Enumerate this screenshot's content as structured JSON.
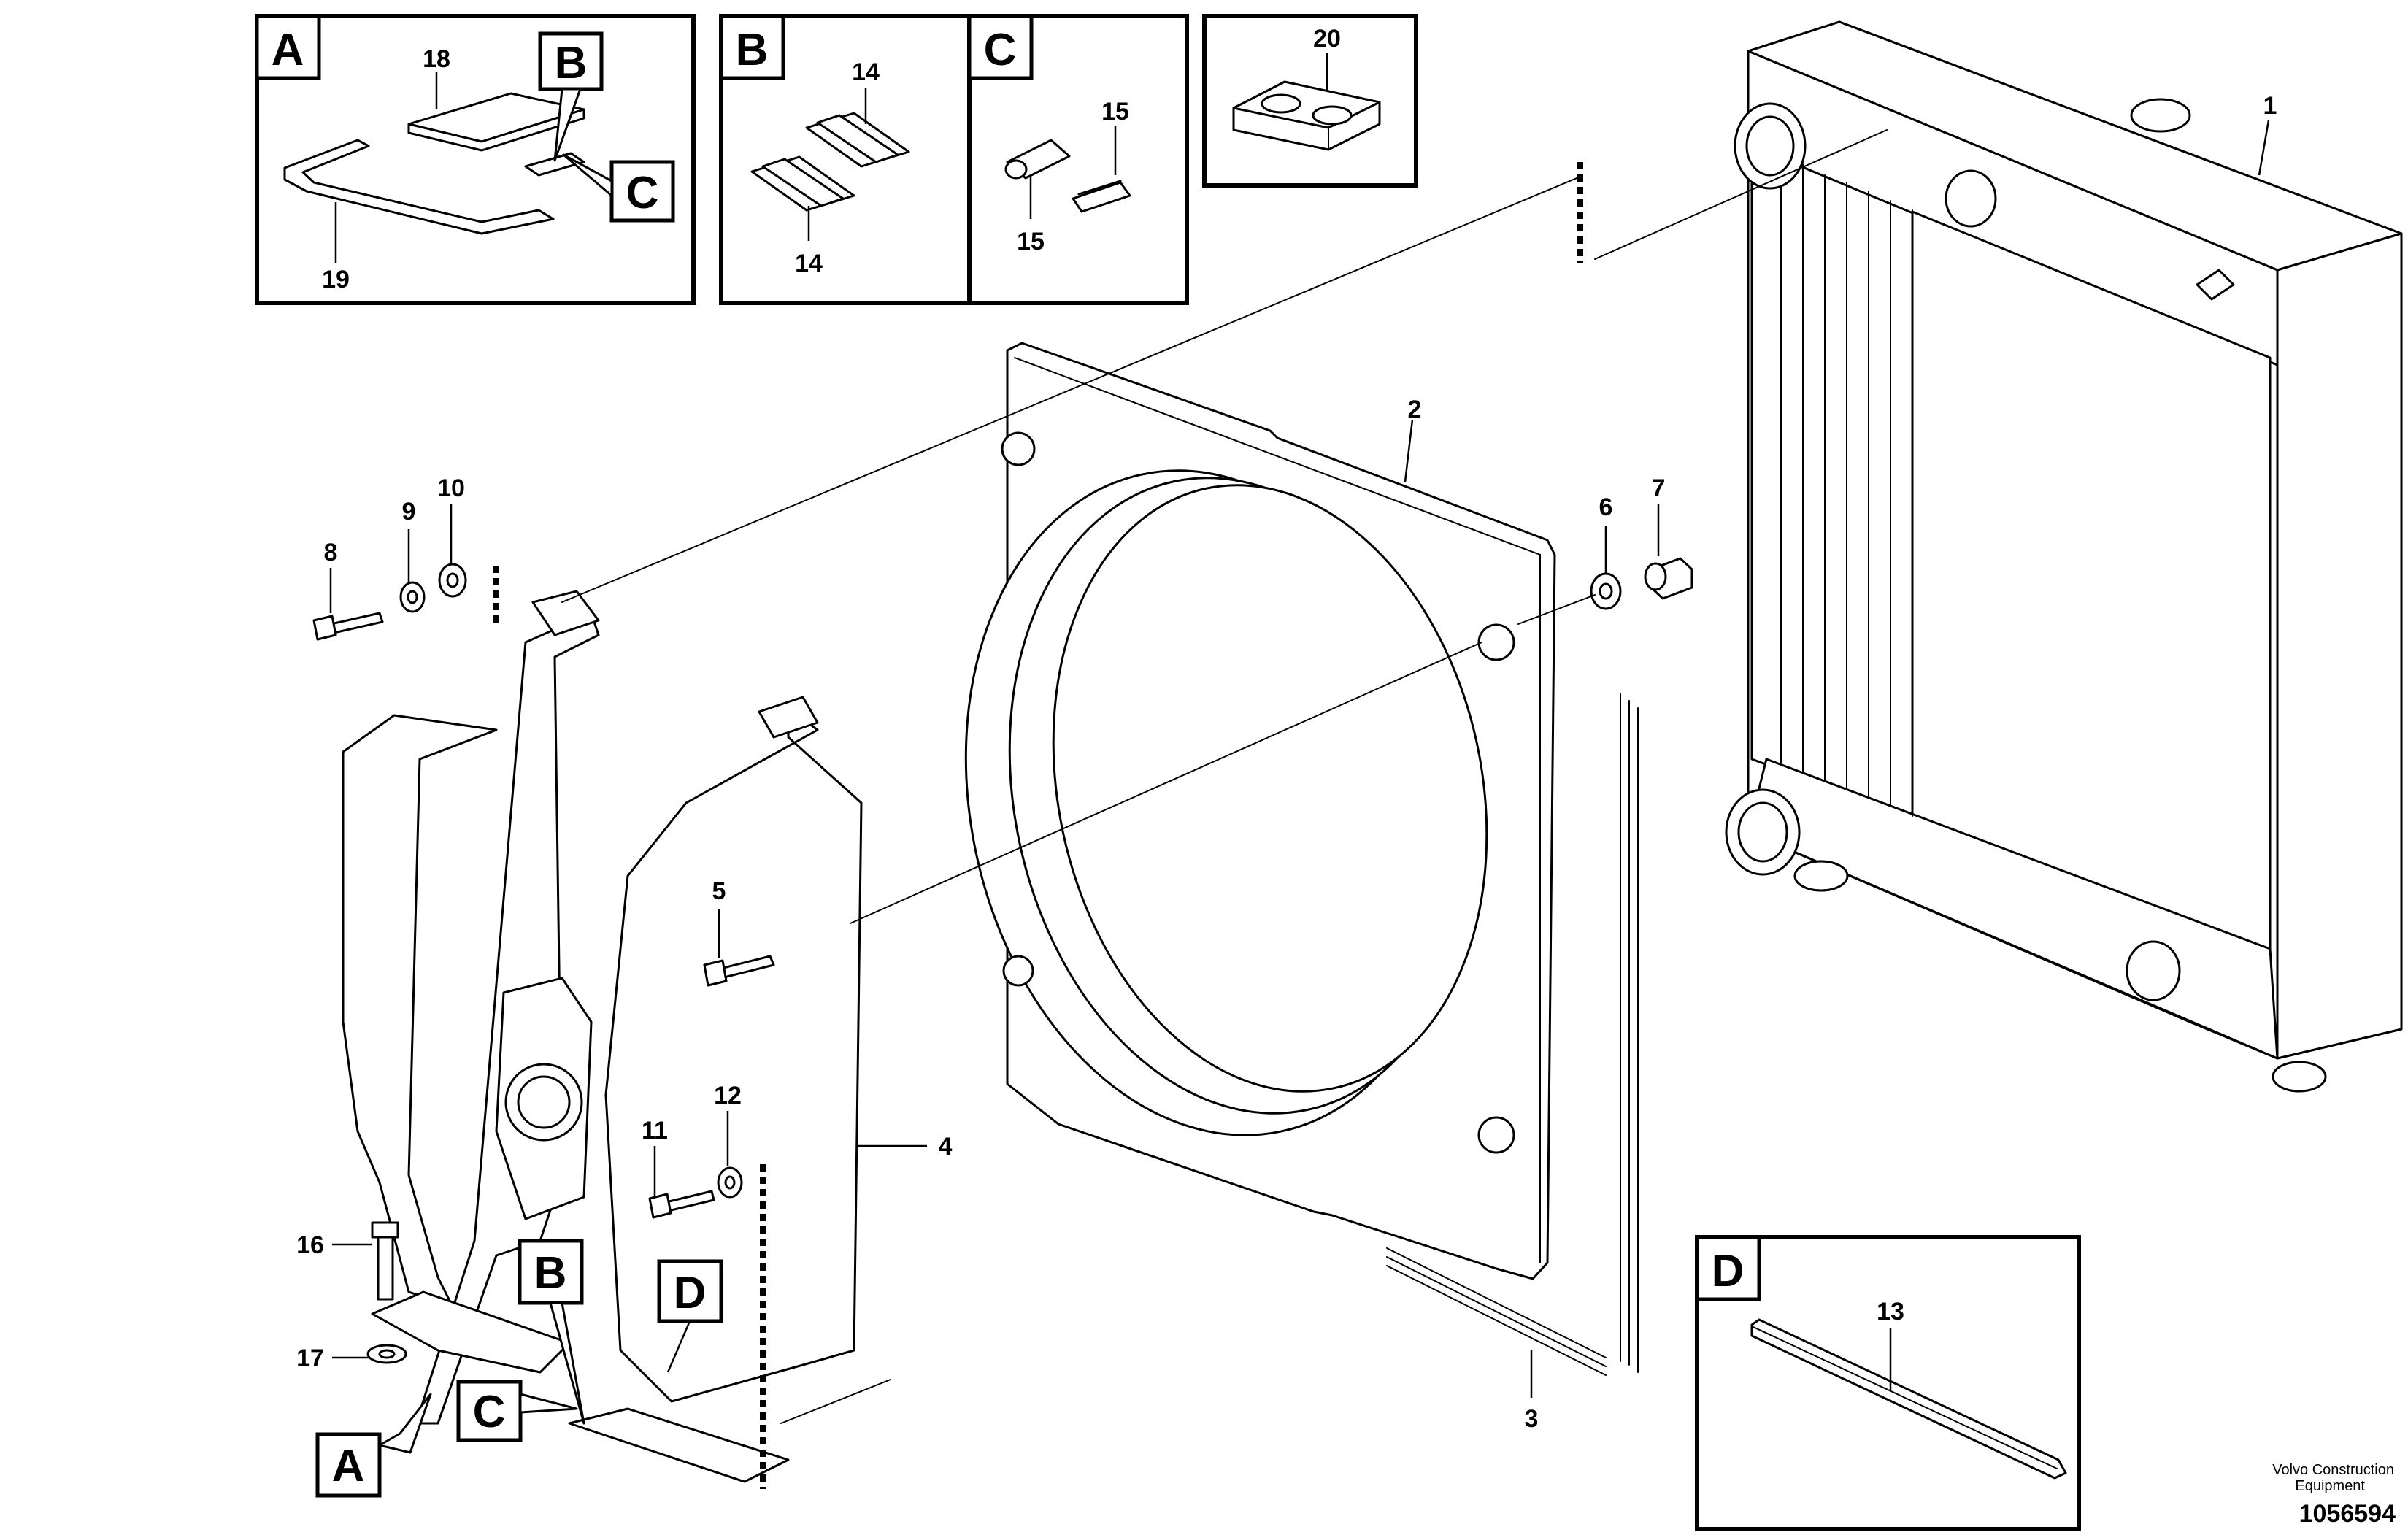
{
  "callouts": {
    "n1": "1",
    "n2": "2",
    "n3": "3",
    "n4": "4",
    "n5": "5",
    "n6": "6",
    "n7": "7",
    "n8": "8",
    "n9": "9",
    "n10": "10",
    "n11": "11",
    "n12": "12",
    "n13": "13",
    "n14a": "14",
    "n14b": "14",
    "n15a": "15",
    "n15b": "15",
    "n16": "16",
    "n17": "17",
    "n18": "18",
    "n19": "19",
    "n20": "20"
  },
  "detail_letters": {
    "a_box": "A",
    "b_box": "B",
    "c_box": "C",
    "d_box": "D",
    "a_inset_b": "B",
    "a_inset_c": "C",
    "main_a": "A",
    "main_b": "B",
    "main_c": "C",
    "main_d": "D"
  },
  "footer": {
    "brand_line1": "Volvo Construction",
    "brand_line2": "Equipment",
    "doc_number": "1056594"
  }
}
